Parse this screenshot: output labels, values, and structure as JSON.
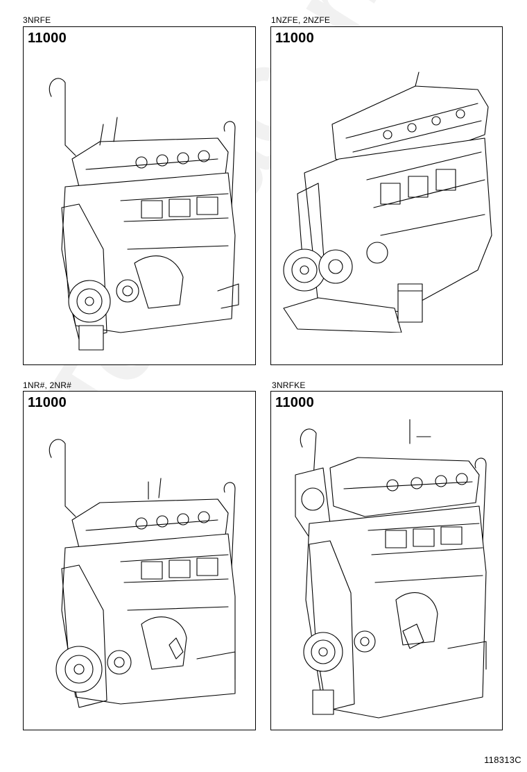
{
  "panels": [
    {
      "caption": "3NRFE",
      "part_number": "11000",
      "illustration": "engine-assembly-illustration"
    },
    {
      "caption": "1NZFE, 2NZFE",
      "part_number": "11000",
      "illustration": "engine-assembly-illustration"
    },
    {
      "caption": "1NR#, 2NR#",
      "part_number": "11000",
      "illustration": "engine-assembly-illustration"
    },
    {
      "caption": "3NRFKE",
      "part_number": "11000",
      "illustration": "engine-assembly-illustration"
    }
  ],
  "watermark_text": "ToyotaCarParts.ru",
  "diagram_code": "118313C"
}
